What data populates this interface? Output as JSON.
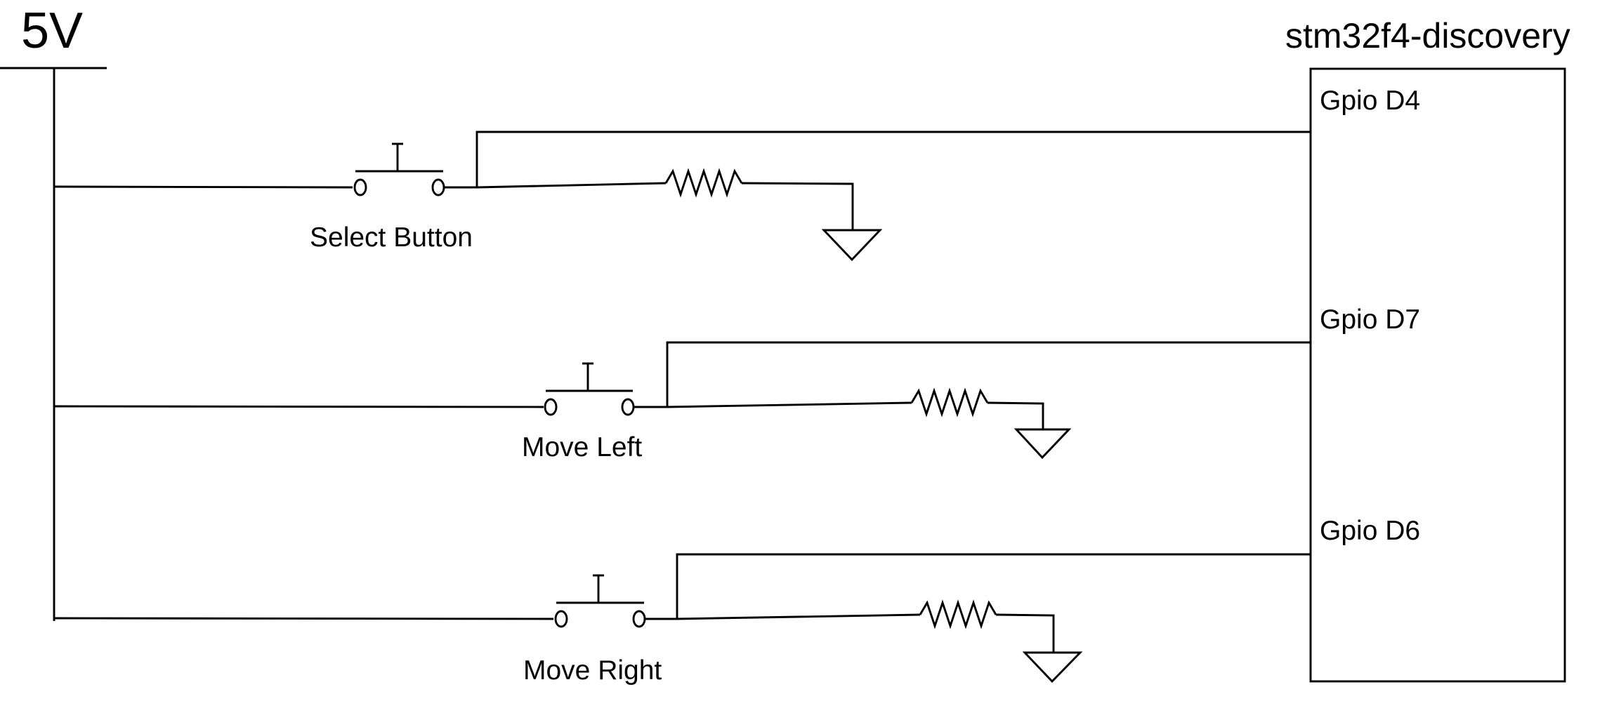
{
  "supply": {
    "label": "5V"
  },
  "board": {
    "title": "stm32f4-discovery",
    "pins": [
      {
        "label": "Gpio D4"
      },
      {
        "label": "Gpio D7"
      },
      {
        "label": "Gpio D6"
      }
    ]
  },
  "buttons": [
    {
      "label": "Select Button"
    },
    {
      "label": "Move Left"
    },
    {
      "label": "Move Right"
    }
  ],
  "colors": {
    "stroke": "#000000",
    "background": "#ffffff"
  }
}
